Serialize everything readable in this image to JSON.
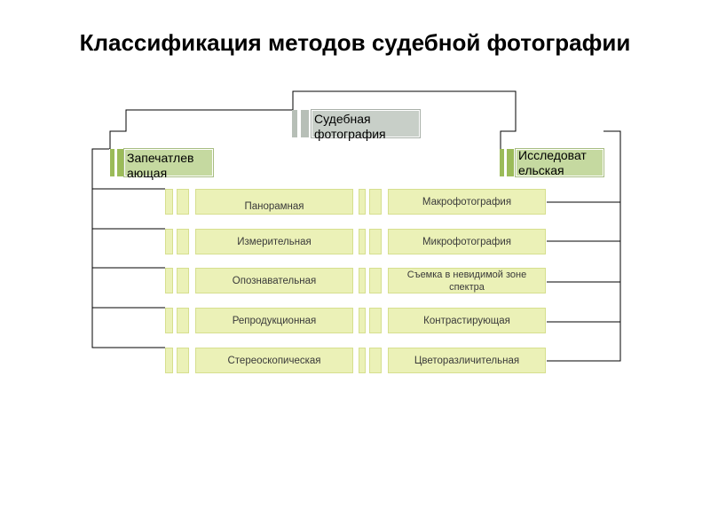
{
  "title": "Классификация методов судебной фотографии",
  "root": {
    "label_line1": "Судебная",
    "label_line2": "фотография"
  },
  "left_category": {
    "label_line1": "Запечатлев",
    "label_line2": "ающая"
  },
  "right_category": {
    "label_line1": "Исследоват",
    "label_line2": "ельская"
  },
  "left_methods": [
    "Панорамная",
    "Измерительная",
    "Опознавательная",
    "Репродукционная",
    "Стереоскопическая"
  ],
  "right_methods": [
    "Макрофотография",
    "Микрофотография",
    "Съемка в невидимой зоне спектра",
    "Контрастирующая",
    "Цветоразличительная"
  ],
  "colors": {
    "category_fill": "#c5d9a0",
    "category_strip": "#9bbb59",
    "root_fill": "#c8cfc8",
    "method_fill": "#ebf1b7",
    "method_border": "#d6df8e",
    "connector": "#000000"
  }
}
